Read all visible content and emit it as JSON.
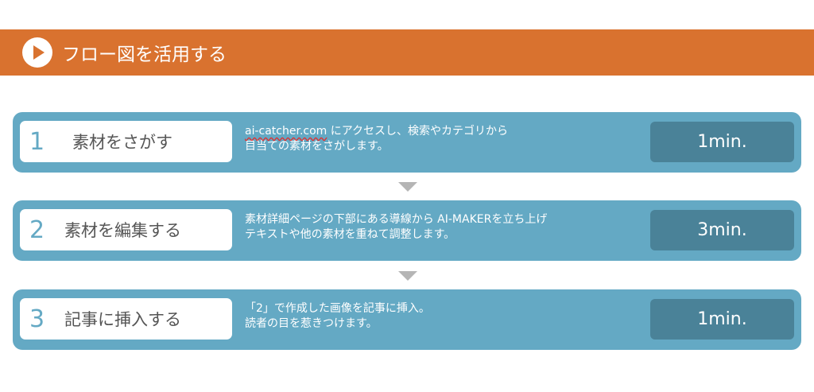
{
  "header": {
    "title": "フロー図を活用する",
    "icon": "play-icon"
  },
  "steps": [
    {
      "num": "1",
      "title": "素材をさがす",
      "link": "ai-catcher.com",
      "line1": " にアクセスし、検索やカテゴリから",
      "line2": "目当ての素材をさがします。",
      "time": "1min."
    },
    {
      "num": "2",
      "title": "素材を編集する",
      "link": "",
      "line1": "素材詳細ページの下部にある導線から AI-MAKERを立ち上げ",
      "line2": "テキストや他の素材を重ねて調整します。",
      "time": "3min."
    },
    {
      "num": "3",
      "title": "記事に挿入する",
      "link": "",
      "line1": "「2」で作成した画像を記事に挿入。",
      "line2": "読者の目を惹きつけます。",
      "time": "1min."
    }
  ],
  "colors": {
    "header": "#d9722f",
    "card": "#64a9c4",
    "time": "#4a8298"
  }
}
